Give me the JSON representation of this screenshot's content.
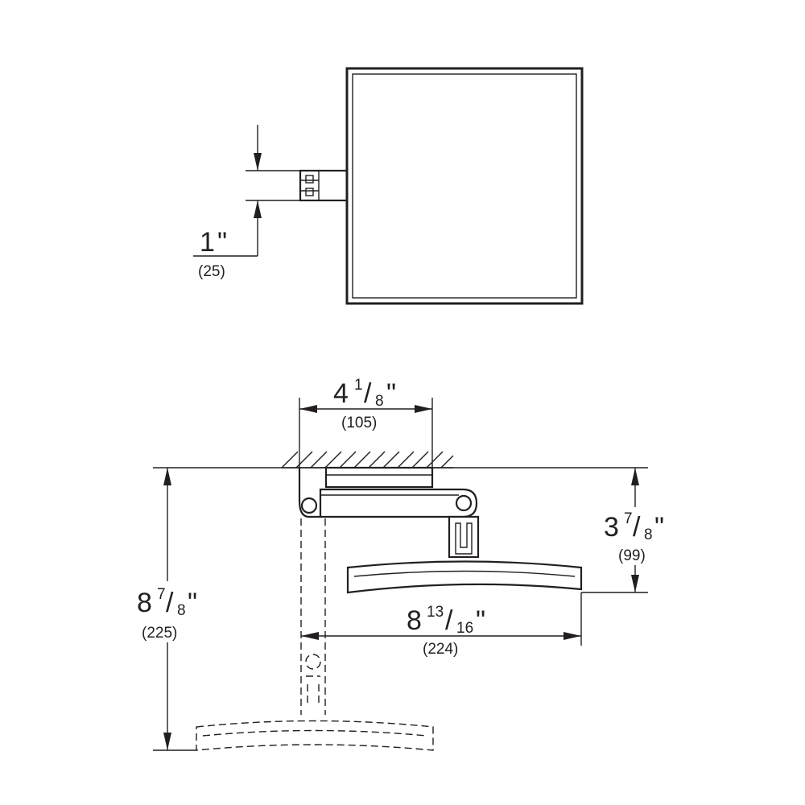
{
  "dimensions": {
    "shaft_width": {
      "value": "1",
      "fraction": "",
      "unit": "\"",
      "mm": "(25)"
    },
    "wall_plate_width": {
      "whole": "4",
      "numerator": "1",
      "denominator": "8",
      "unit": "\"",
      "mm": "(105)"
    },
    "head_depth": {
      "whole": "3",
      "numerator": "7",
      "denominator": "8",
      "unit": "\"",
      "mm": "(99)"
    },
    "overall_reach": {
      "whole": "8",
      "numerator": "7",
      "denominator": "8",
      "unit": "\"",
      "mm": "(225)"
    },
    "head_length": {
      "whole": "8",
      "numerator": "13",
      "denominator": "16",
      "unit": "\"",
      "mm": "(224)"
    }
  },
  "colors": {
    "line": "#231f20",
    "background": "#ffffff"
  }
}
